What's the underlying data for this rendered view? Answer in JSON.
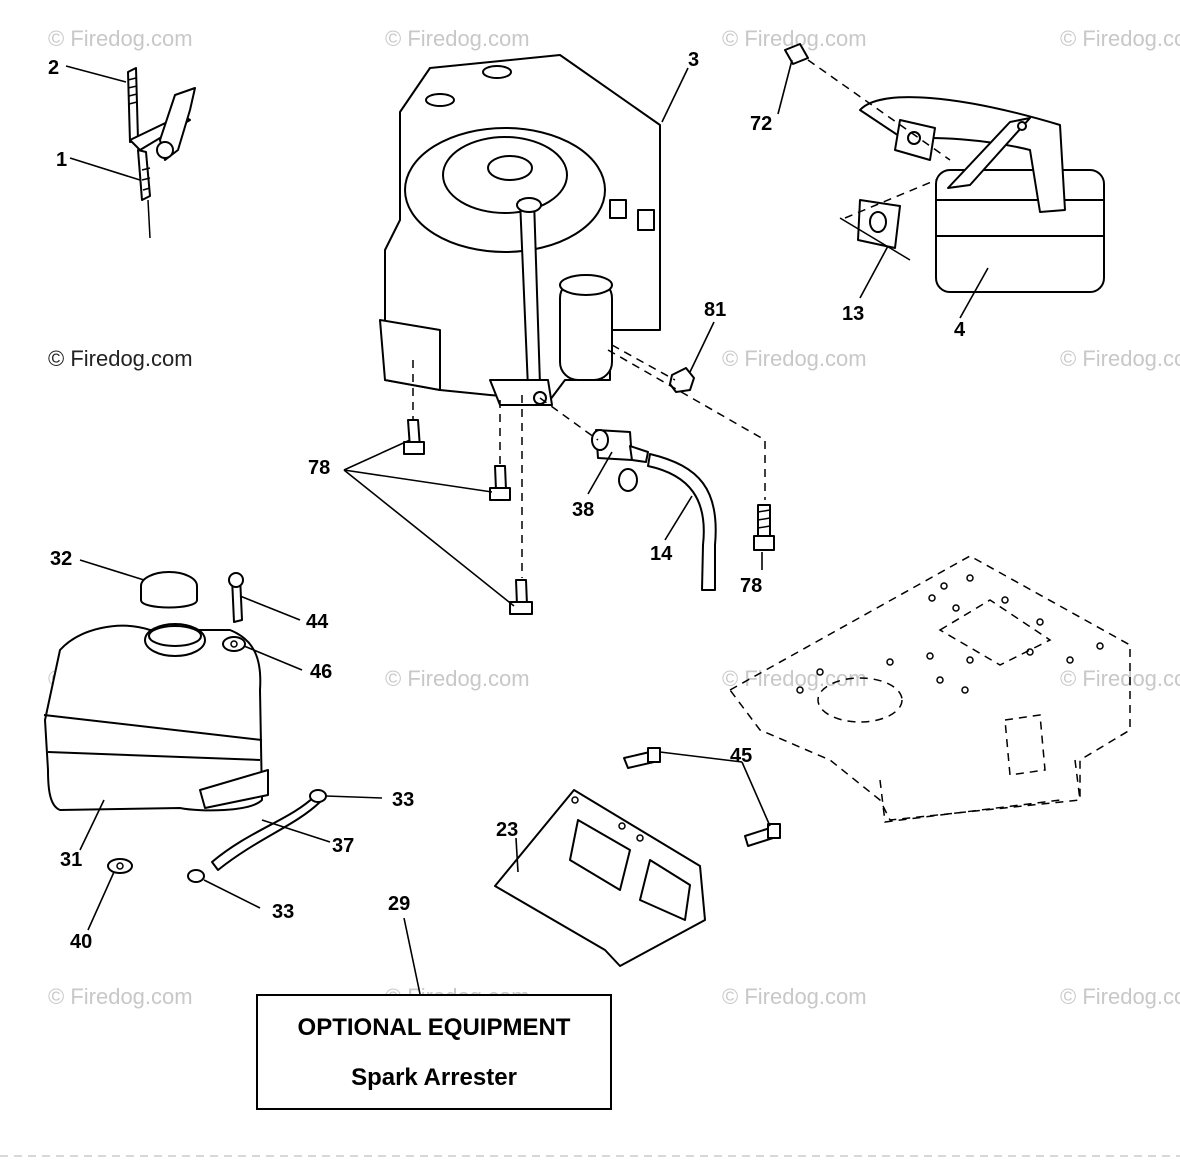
{
  "watermark": "© Firedog.com",
  "labels": {
    "l1": "1",
    "l2": "2",
    "l3": "3",
    "l4": "4",
    "l13": "13",
    "l14": "14",
    "l23": "23",
    "l29": "29",
    "l31": "31",
    "l32": "32",
    "l33a": "33",
    "l33b": "33",
    "l37": "37",
    "l38": "38",
    "l40": "40",
    "l44": "44",
    "l45": "45",
    "l46": "46",
    "l72": "72",
    "l78a": "78",
    "l78b": "78",
    "l81": "81"
  },
  "optional_equipment": {
    "title": "OPTIONAL EQUIPMENT",
    "subtitle": "Spark Arrester"
  }
}
